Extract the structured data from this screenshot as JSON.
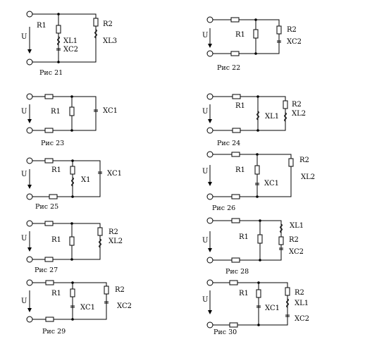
{
  "figures": [
    {
      "caption": "Рис 21",
      "source": "U",
      "labels": [
        "R1",
        "XL1",
        "XC2",
        "R2",
        "XL3"
      ]
    },
    {
      "caption": "Рис 22",
      "source": "U",
      "labels": [
        "R1",
        "R2",
        "XC2"
      ]
    },
    {
      "caption": "Рис 23",
      "source": "U",
      "labels": [
        "R1",
        "XC1"
      ]
    },
    {
      "caption": "Рис 24",
      "source": "U",
      "labels": [
        "R1",
        "XL1",
        "R2",
        "XL2"
      ]
    },
    {
      "caption": "Рис 25",
      "source": "U",
      "labels": [
        "R1",
        "X1",
        "XC1"
      ]
    },
    {
      "caption": "Рис 26",
      "source": "U",
      "labels": [
        "R1",
        "XC1",
        "R2",
        "XL2"
      ]
    },
    {
      "caption": "Рис 27",
      "source": "U",
      "labels": [
        "R1",
        "R2",
        "XL2"
      ]
    },
    {
      "caption": "Рис 28",
      "source": "U",
      "labels": [
        "R1",
        "XL1",
        "R2",
        "XC2"
      ]
    },
    {
      "caption": "Рис 29",
      "source": "U",
      "labels": [
        "R1",
        "XC1",
        "R2",
        "XC2"
      ]
    },
    {
      "caption": "Рис 30",
      "source": "U",
      "labels": [
        "R1",
        "XC1",
        "R2",
        "XL1",
        "XC2"
      ]
    }
  ]
}
